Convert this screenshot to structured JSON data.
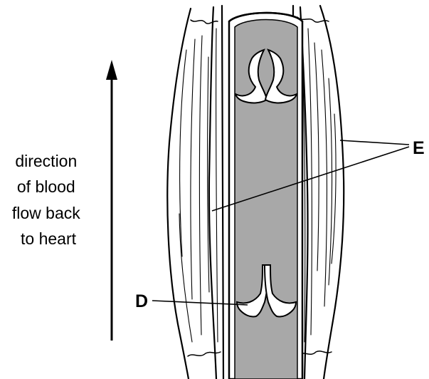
{
  "direction_label": {
    "lines": [
      "direction",
      "of blood",
      "flow back",
      "to heart"
    ]
  },
  "labels": {
    "valve": "D",
    "muscle": "E"
  },
  "colors": {
    "blood": "#a8a8a8",
    "outline": "#000000",
    "background": "#ffffff"
  }
}
